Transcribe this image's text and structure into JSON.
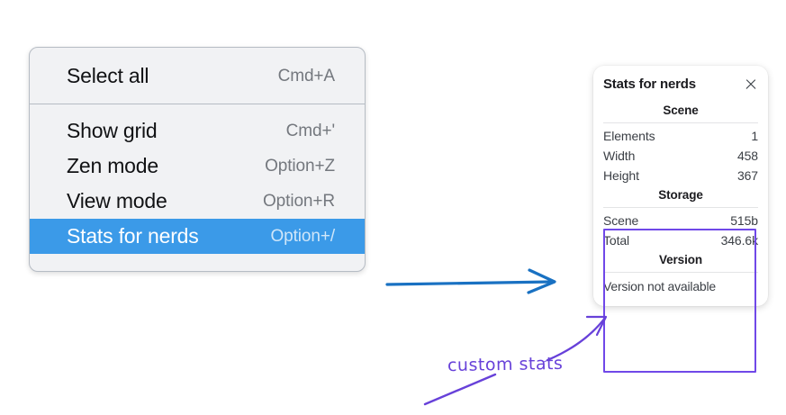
{
  "context_menu": {
    "name": "canvas-context-menu",
    "groups": [
      {
        "items": [
          {
            "label": "Select all",
            "shortcut": "Cmd+A",
            "selected": false
          }
        ]
      },
      {
        "items": [
          {
            "label": "Show grid",
            "shortcut": "Cmd+'",
            "selected": false
          },
          {
            "label": "Zen mode",
            "shortcut": "Option+Z",
            "selected": false
          },
          {
            "label": "View mode",
            "shortcut": "Option+R",
            "selected": false
          },
          {
            "label": "Stats for nerds",
            "shortcut": "Option+/",
            "selected": true
          }
        ]
      }
    ]
  },
  "stats_panel": {
    "title": "Stats for nerds",
    "close_icon": "close-icon",
    "sections": [
      {
        "heading": "Scene",
        "rows": [
          {
            "key": "Elements",
            "value": "1"
          },
          {
            "key": "Width",
            "value": "458"
          },
          {
            "key": "Height",
            "value": "367"
          }
        ]
      },
      {
        "heading": "Storage",
        "rows": [
          {
            "key": "Scene",
            "value": "515b"
          },
          {
            "key": "Total",
            "value": "346.6k"
          }
        ]
      },
      {
        "heading": "Version",
        "single": "Version not available"
      }
    ]
  },
  "annotations": {
    "label": "custom stats",
    "blue_arrow_color": "#1971c2",
    "purple_color": "#6741d9",
    "highlight_box_color": "#7048e8"
  },
  "colors": {
    "menu_background": "#f1f2f4",
    "menu_border": "#b6bcc4",
    "menu_selected": "#3b9ae8",
    "menu_text": "#111214",
    "menu_shortcut": "#74787e",
    "panel_background": "#ffffff",
    "panel_text": "#3b3f45",
    "panel_divider": "#e3e4e6",
    "page_background": "#ffffff"
  }
}
